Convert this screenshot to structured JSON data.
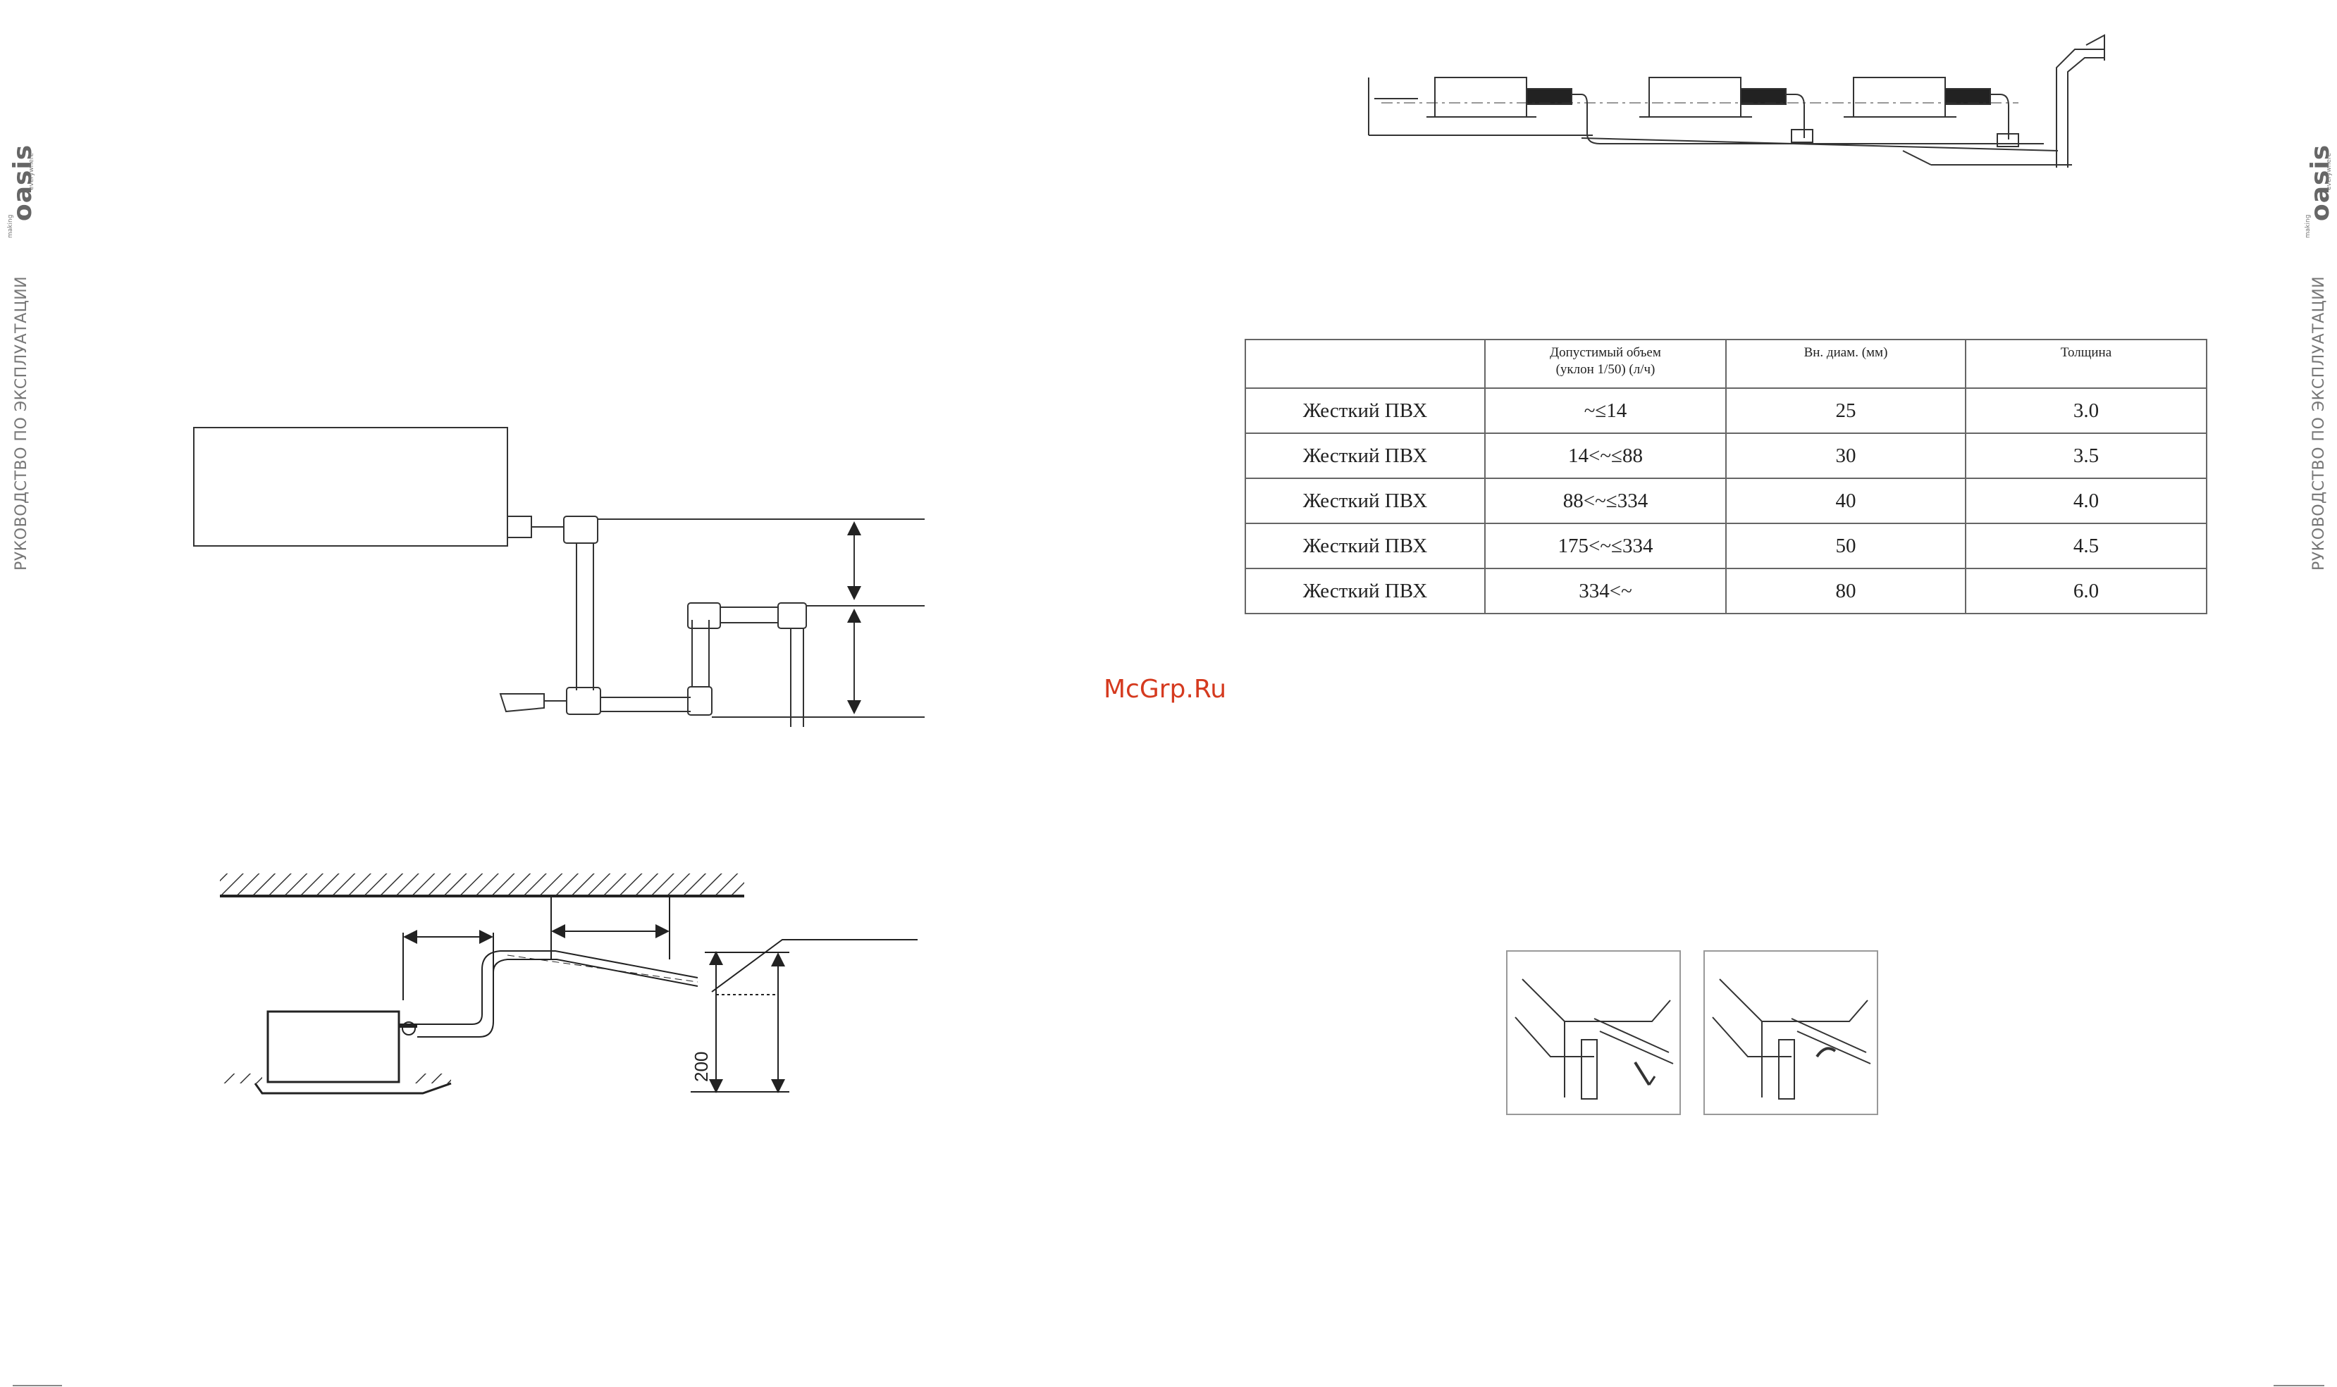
{
  "sidebar": {
    "brand_top": "making",
    "brand_main": "oasis",
    "brand_bottom": "everywhere",
    "manual_label": "РУКОВОДСТВО ПО ЭКСПЛУАТАЦИИ"
  },
  "figures": {
    "dimension_200": "200"
  },
  "table": {
    "headers": [
      "",
      "Допустимый объем\n(уклон 1/50) (л/ч)",
      "Вн. диам. (мм)",
      "Толщина"
    ],
    "rows": [
      [
        "Жесткий ПВХ",
        "~≤14",
        "25",
        "3.0"
      ],
      [
        "Жесткий ПВХ",
        "14<~≤88",
        "30",
        "3.5"
      ],
      [
        "Жесткий ПВХ",
        "88<~≤334",
        "40",
        "4.0"
      ],
      [
        "Жесткий ПВХ",
        "175<~≤334",
        "50",
        "4.5"
      ],
      [
        "Жесткий ПВХ",
        "334<~",
        "80",
        "6.0"
      ]
    ]
  },
  "watermark": "McGrp.Ru"
}
